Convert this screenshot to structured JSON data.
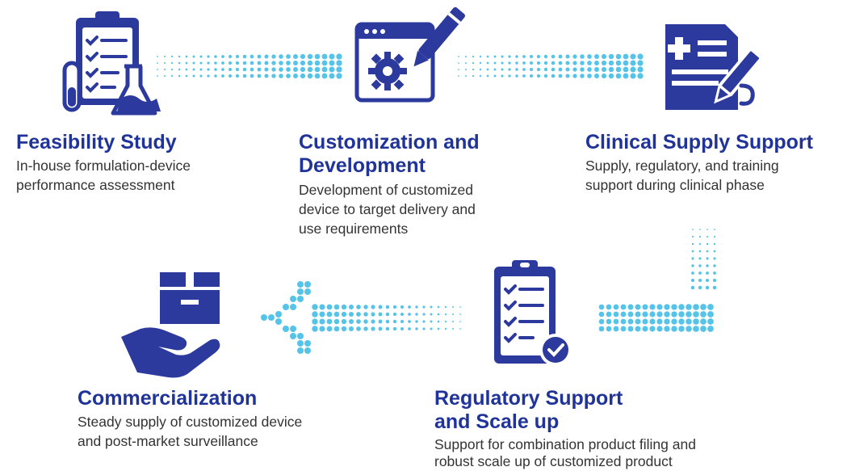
{
  "colors": {
    "primary": "#2b3a9c",
    "accent": "#55c4e8",
    "title": "#1f3399",
    "text": "#333333"
  },
  "steps": [
    {
      "title": "Feasibility Study",
      "desc": [
        "In-house formulation-device",
        "performance assessment"
      ],
      "icon": "clipboard-flask-icon"
    },
    {
      "title": [
        "Customization and",
        "Development"
      ],
      "desc": [
        "Development of customized",
        "device to target delivery and",
        "use requirements"
      ],
      "icon": "browser-gear-pen-icon"
    },
    {
      "title": "Clinical Supply Support",
      "desc": [
        "Supply, regulatory, and training",
        "support during clinical phase"
      ],
      "icon": "medical-document-pen-icon"
    },
    {
      "title": [
        "Regulatory Support",
        "and Scale up"
      ],
      "desc": [
        "Support for combination product filing and",
        "robust scale up of customized product"
      ],
      "icon": "checklist-approved-icon"
    },
    {
      "title": "Commercialization",
      "desc": [
        "Steady supply of customized device",
        "and post-market surveillance"
      ],
      "icon": "hand-box-icon"
    }
  ]
}
